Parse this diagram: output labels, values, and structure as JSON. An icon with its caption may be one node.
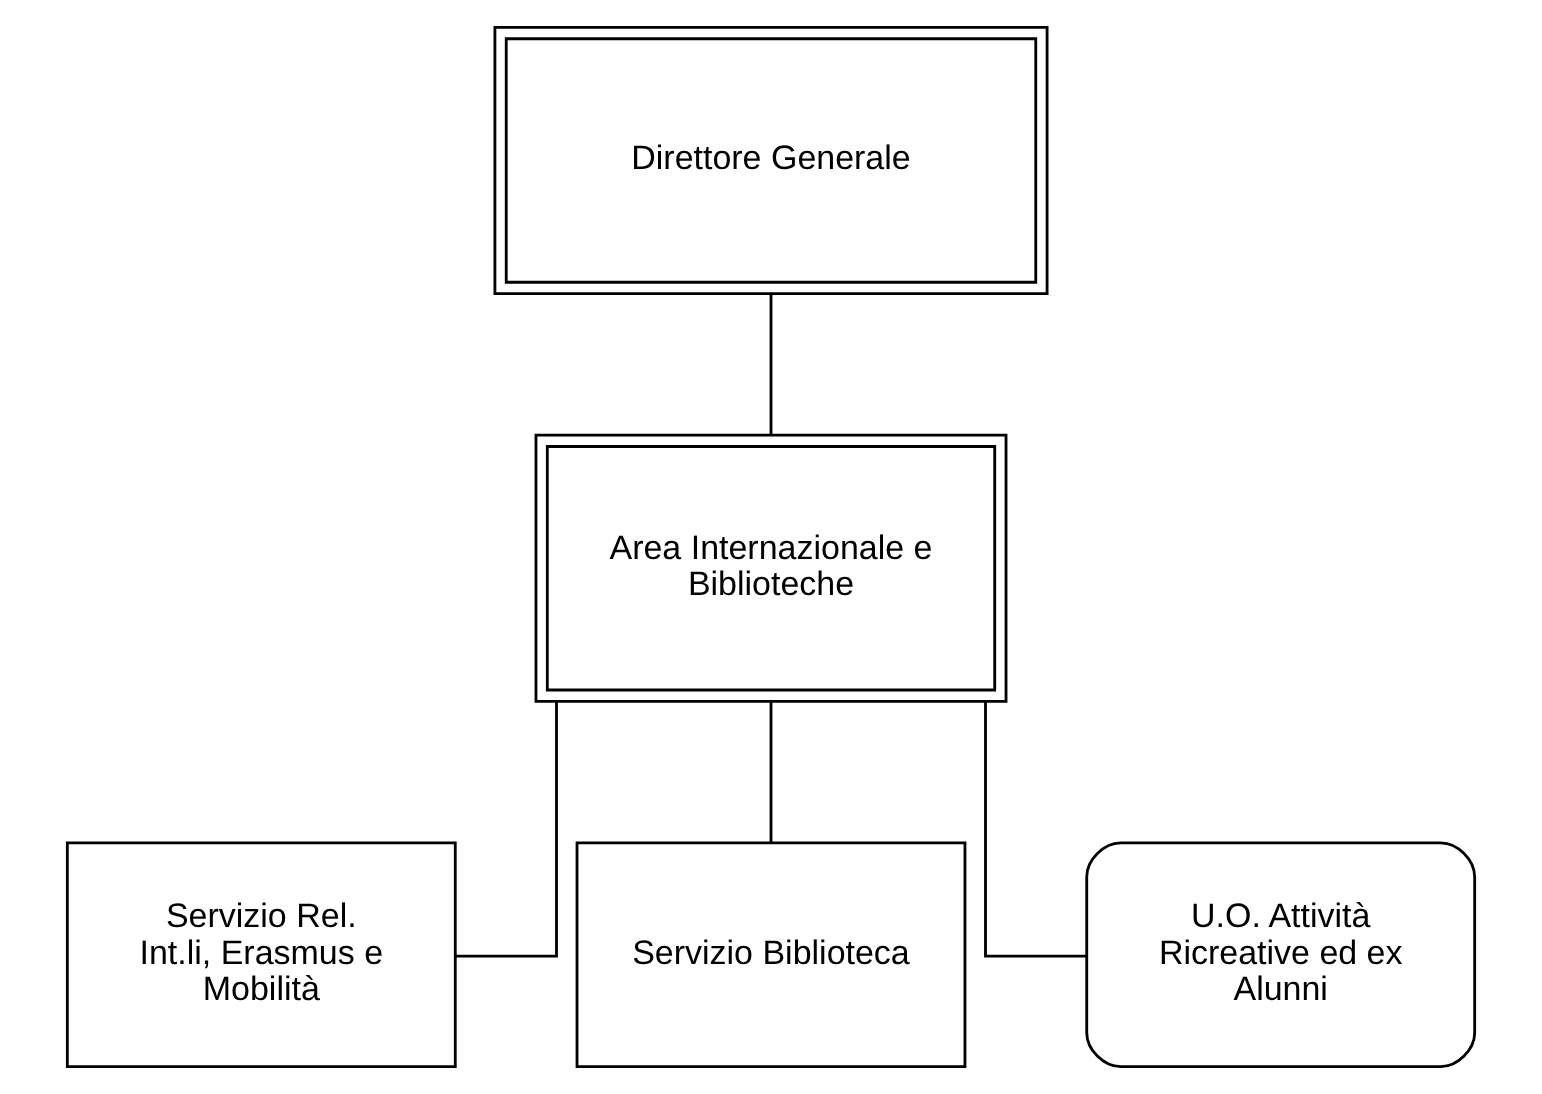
{
  "diagram": {
    "nodes": [
      {
        "text": [
          "Direttore Generale"
        ]
      },
      {
        "text": [
          "Area Internazionale e Biblioteche"
        ]
      },
      {
        "text": [
          "Servizio Rel. Int.li, Erasmus e Mobilità"
        ]
      },
      {
        "text": [
          "Servizio Biblioteca"
        ]
      },
      {
        "text": [
          "U.O. Attività Ricreative ed ex Alunni"
        ]
      }
    ],
    "edges": [
      {
        "from": 0,
        "to": 1,
        "arrow": "none"
      },
      {
        "from": 1,
        "to": 2,
        "arrow": "none"
      },
      {
        "from": 1,
        "to": 3,
        "arrow": "none"
      },
      {
        "from": 1,
        "to": 4,
        "arrow": "none"
      }
    ]
  }
}
